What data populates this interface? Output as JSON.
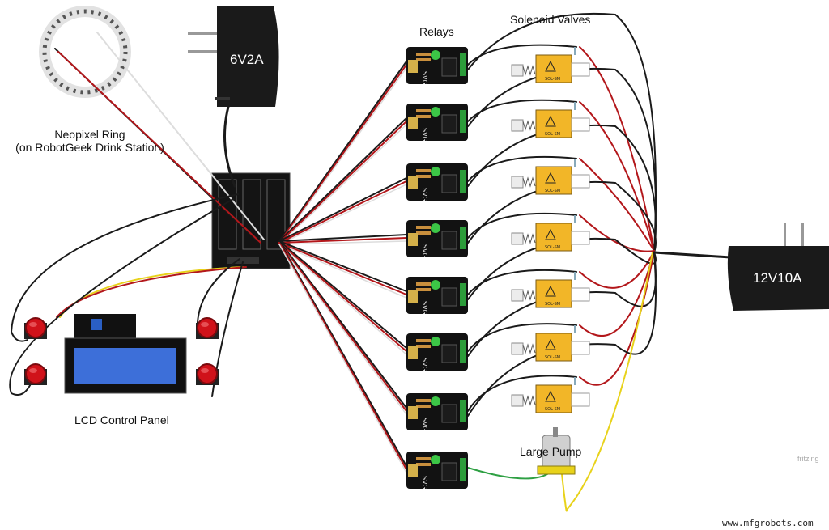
{
  "labels": {
    "neopixel_line1": "Neopixel Ring",
    "neopixel_line2": "(on RobotGeek Drink Station)",
    "relays": "Relays",
    "solenoid_valves": "Solenoid Valves",
    "lcd_panel": "LCD Control Panel",
    "large_pump": "Large Pump",
    "psu_small": "6V2A",
    "psu_large": "12V10A",
    "fritzing": "fritzing",
    "watermark": "www.mfgrobots.com"
  },
  "components": {
    "relay_count": 8,
    "valve_count": 7,
    "button_count": 4,
    "relay_marking": "SVG",
    "valve_marking": "SOL-SM"
  },
  "colors": {
    "wire_black": "#1a1a1a",
    "wire_red": "#b3171b",
    "wire_white": "#dddddd",
    "wire_yellow": "#e8d21a",
    "wire_green": "#2ea043",
    "lcd_blue": "#3d6fd9",
    "valve_yellow": "#f2b628",
    "button_red": "#d0121a"
  }
}
